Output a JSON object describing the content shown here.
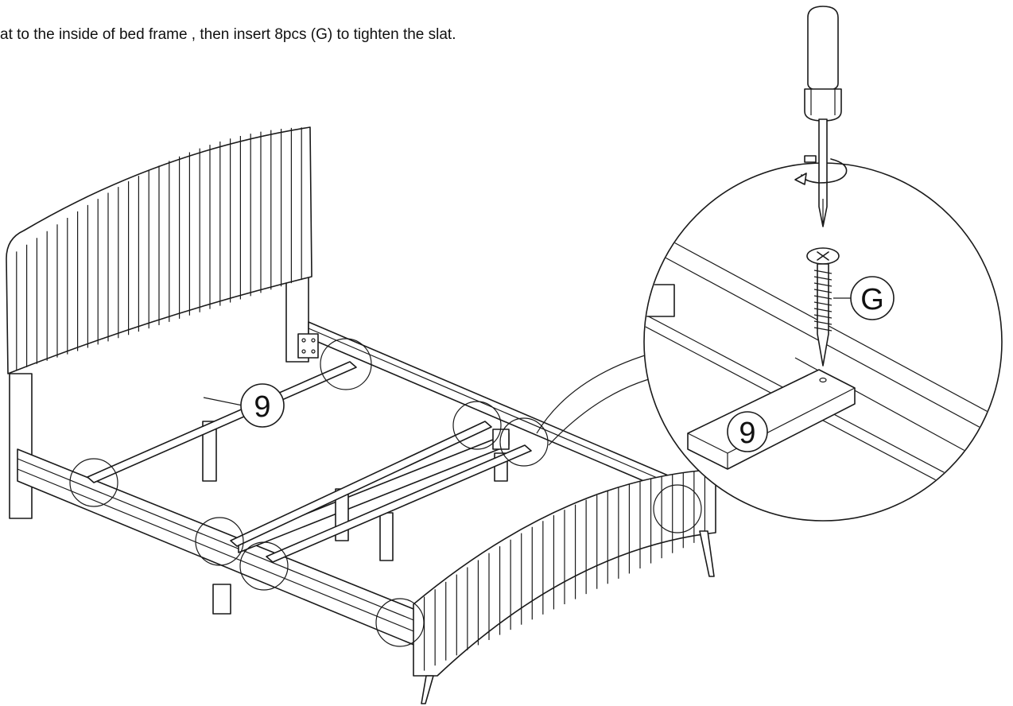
{
  "instruction": {
    "text": "at to the inside of bed frame , then insert 8pcs (G) to tighten the slat."
  },
  "labels": {
    "slat_main": "9",
    "slat_detail": "9",
    "screw": "G"
  },
  "icons": {
    "tool": "screwdriver-icon",
    "rotation": "clockwise-rotation-icon",
    "fastener": "screw-icon"
  }
}
